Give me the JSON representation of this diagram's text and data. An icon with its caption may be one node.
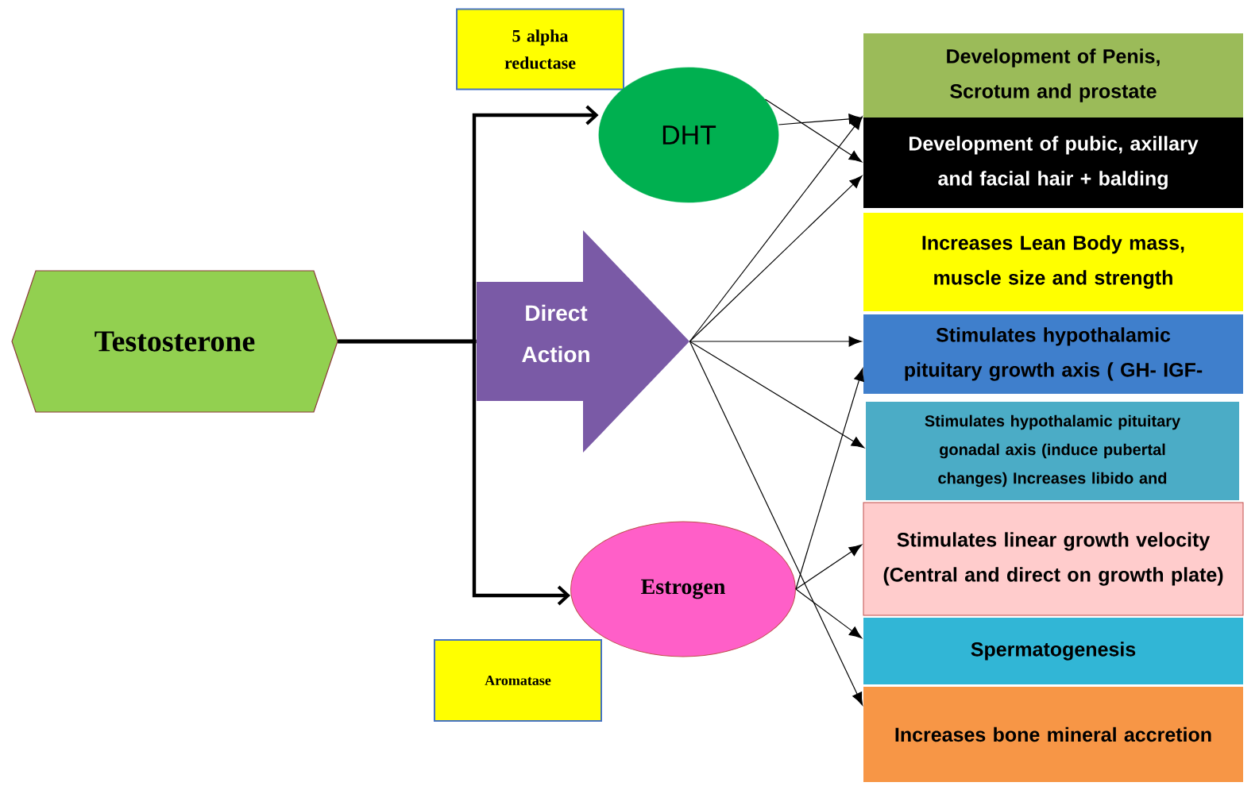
{
  "diagram": {
    "nodes": [
      {
        "text": [
          "Testosterone"
        ]
      },
      {
        "text": [
          "5 alpha reductase"
        ]
      },
      {
        "text": [
          "DHT"
        ]
      },
      {
        "text": [
          "Direct Action"
        ]
      },
      {
        "text": [
          "Estrogen"
        ]
      },
      {
        "text": [
          "Aromatase"
        ]
      },
      {
        "text": [
          "Development of Penis, Scrotum and prostate"
        ]
      },
      {
        "text": [
          "Development of pubic, axillary and facial hair + balding"
        ]
      },
      {
        "text": [
          "Increases Lean Body mass, muscle size and strength"
        ]
      },
      {
        "text": [
          "Stimulates hypothalamic pituitary growth axis ( GH- IGF-"
        ]
      },
      {
        "text": [
          "Stimulates hypothalamic pituitary gonadal axis (induce pubertal changes) Increases libido and"
        ]
      },
      {
        "text": [
          "Stimulates linear growth velocity (Central and direct on growth plate)"
        ]
      },
      {
        "text": [
          "Spermatogenesis"
        ]
      },
      {
        "text": [
          "Increases bone mineral accretion"
        ]
      }
    ],
    "edges": [
      {
        "from": 0,
        "to": 2,
        "arrow": "to",
        "style": "thick"
      },
      {
        "from": 0,
        "to": 3,
        "arrow": "none",
        "style": "thick"
      },
      {
        "from": 0,
        "to": 4,
        "arrow": "to",
        "style": "thick"
      },
      {
        "from": 2,
        "to": 6,
        "arrow": "to"
      },
      {
        "from": 2,
        "to": 7,
        "arrow": "to"
      },
      {
        "from": 3,
        "to": 6,
        "arrow": "to"
      },
      {
        "from": 3,
        "to": 7,
        "arrow": "to"
      },
      {
        "from": 3,
        "to": 9,
        "arrow": "to"
      },
      {
        "from": 3,
        "to": 10,
        "arrow": "to"
      },
      {
        "from": 3,
        "to": 13,
        "arrow": "to"
      },
      {
        "from": 4,
        "to": 9,
        "arrow": "to"
      },
      {
        "from": 4,
        "to": 11,
        "arrow": "to"
      },
      {
        "from": 4,
        "to": 12,
        "arrow": "to"
      }
    ]
  }
}
